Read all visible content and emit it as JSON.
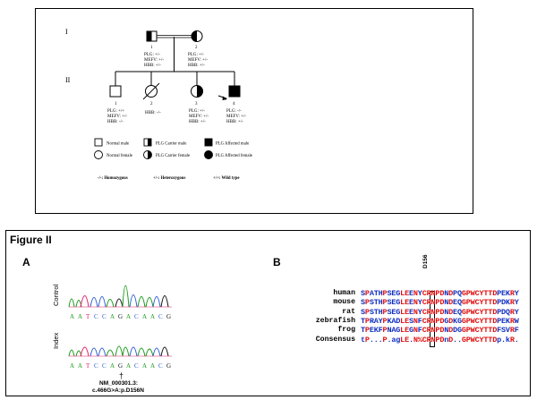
{
  "pedigree": {
    "generations": [
      "I",
      "II"
    ],
    "individuals": [
      {
        "id": "I-1",
        "number": "1",
        "genotype": [
          "PLG: +/-",
          "MEFV: +/-",
          "HBB: +/-"
        ]
      },
      {
        "id": "I-2",
        "number": "2",
        "genotype": [
          "PLG: +/-",
          "MEFV: +/-",
          "HBB: +/-"
        ]
      },
      {
        "id": "II-1",
        "number": "1",
        "genotype": [
          "PLG: +/+",
          "MEFV: +/-",
          "HBB: -/-"
        ]
      },
      {
        "id": "II-2",
        "number": "2",
        "genotype": [
          "HBB: -/-"
        ]
      },
      {
        "id": "II-3",
        "number": "3",
        "genotype": [
          "PLG: +/-",
          "MEFV: +/-",
          "HBB: +/-"
        ]
      },
      {
        "id": "II-4",
        "number": "4",
        "genotype": [
          "PLG: -/-",
          "MEFV: +/-",
          "HBB: +/-"
        ]
      }
    ],
    "legend": {
      "normal_male": "Normal male",
      "normal_female": "Normal female",
      "carrier_male": "PLG Carrier male",
      "carrier_female": "PLG Carrier female",
      "affected_male": "PLG Affected male",
      "affected_female": "PLG Affected female",
      "homozygous": "-/-: Homozygous",
      "heterozygous": "+/-: Heterozygous",
      "wild_type": "+/+: Wild type"
    }
  },
  "figure2": {
    "title": "Figure II",
    "panel_a_label": "A",
    "panel_b_label": "B",
    "control_label": "Control",
    "index_label": "Index",
    "bases": [
      "A",
      "A",
      "T",
      "C",
      "C",
      "A",
      "G",
      "A",
      "C",
      "A",
      "A",
      "C",
      "G"
    ],
    "dagger": "†",
    "mutation_line1": "NM_000301.3:",
    "mutation_line2": "c.466G>A:p.D156N",
    "residue_label": "D156",
    "alignment": [
      {
        "species": "human",
        "sequence": "SPATHPSEGLEENYCRNPDNDPQGPWCYTTDPEKRY"
      },
      {
        "species": "mouse",
        "sequence": "SPSTHPSEGLEENYCRNPDNDEQGPWCYTTDPDKRY"
      },
      {
        "species": "rat",
        "sequence": "SPSTHPSEGLEENYCRNPDNDEQGPWCYTTDPDQRY"
      },
      {
        "species": "zebrafish",
        "sequence": "TPRAYPKADLESNFCRNPDGDKGGPWCYTTDPEKRW"
      },
      {
        "species": "frog",
        "sequence": "TPEKFPNAGLEGNFCRNPDNDDGGPWCYTTDFSVRF"
      },
      {
        "species": "Consensus",
        "sequence": "tP...P.agLE.N%CRNPDnD..GPWCYTTDp.kR."
      }
    ]
  }
}
